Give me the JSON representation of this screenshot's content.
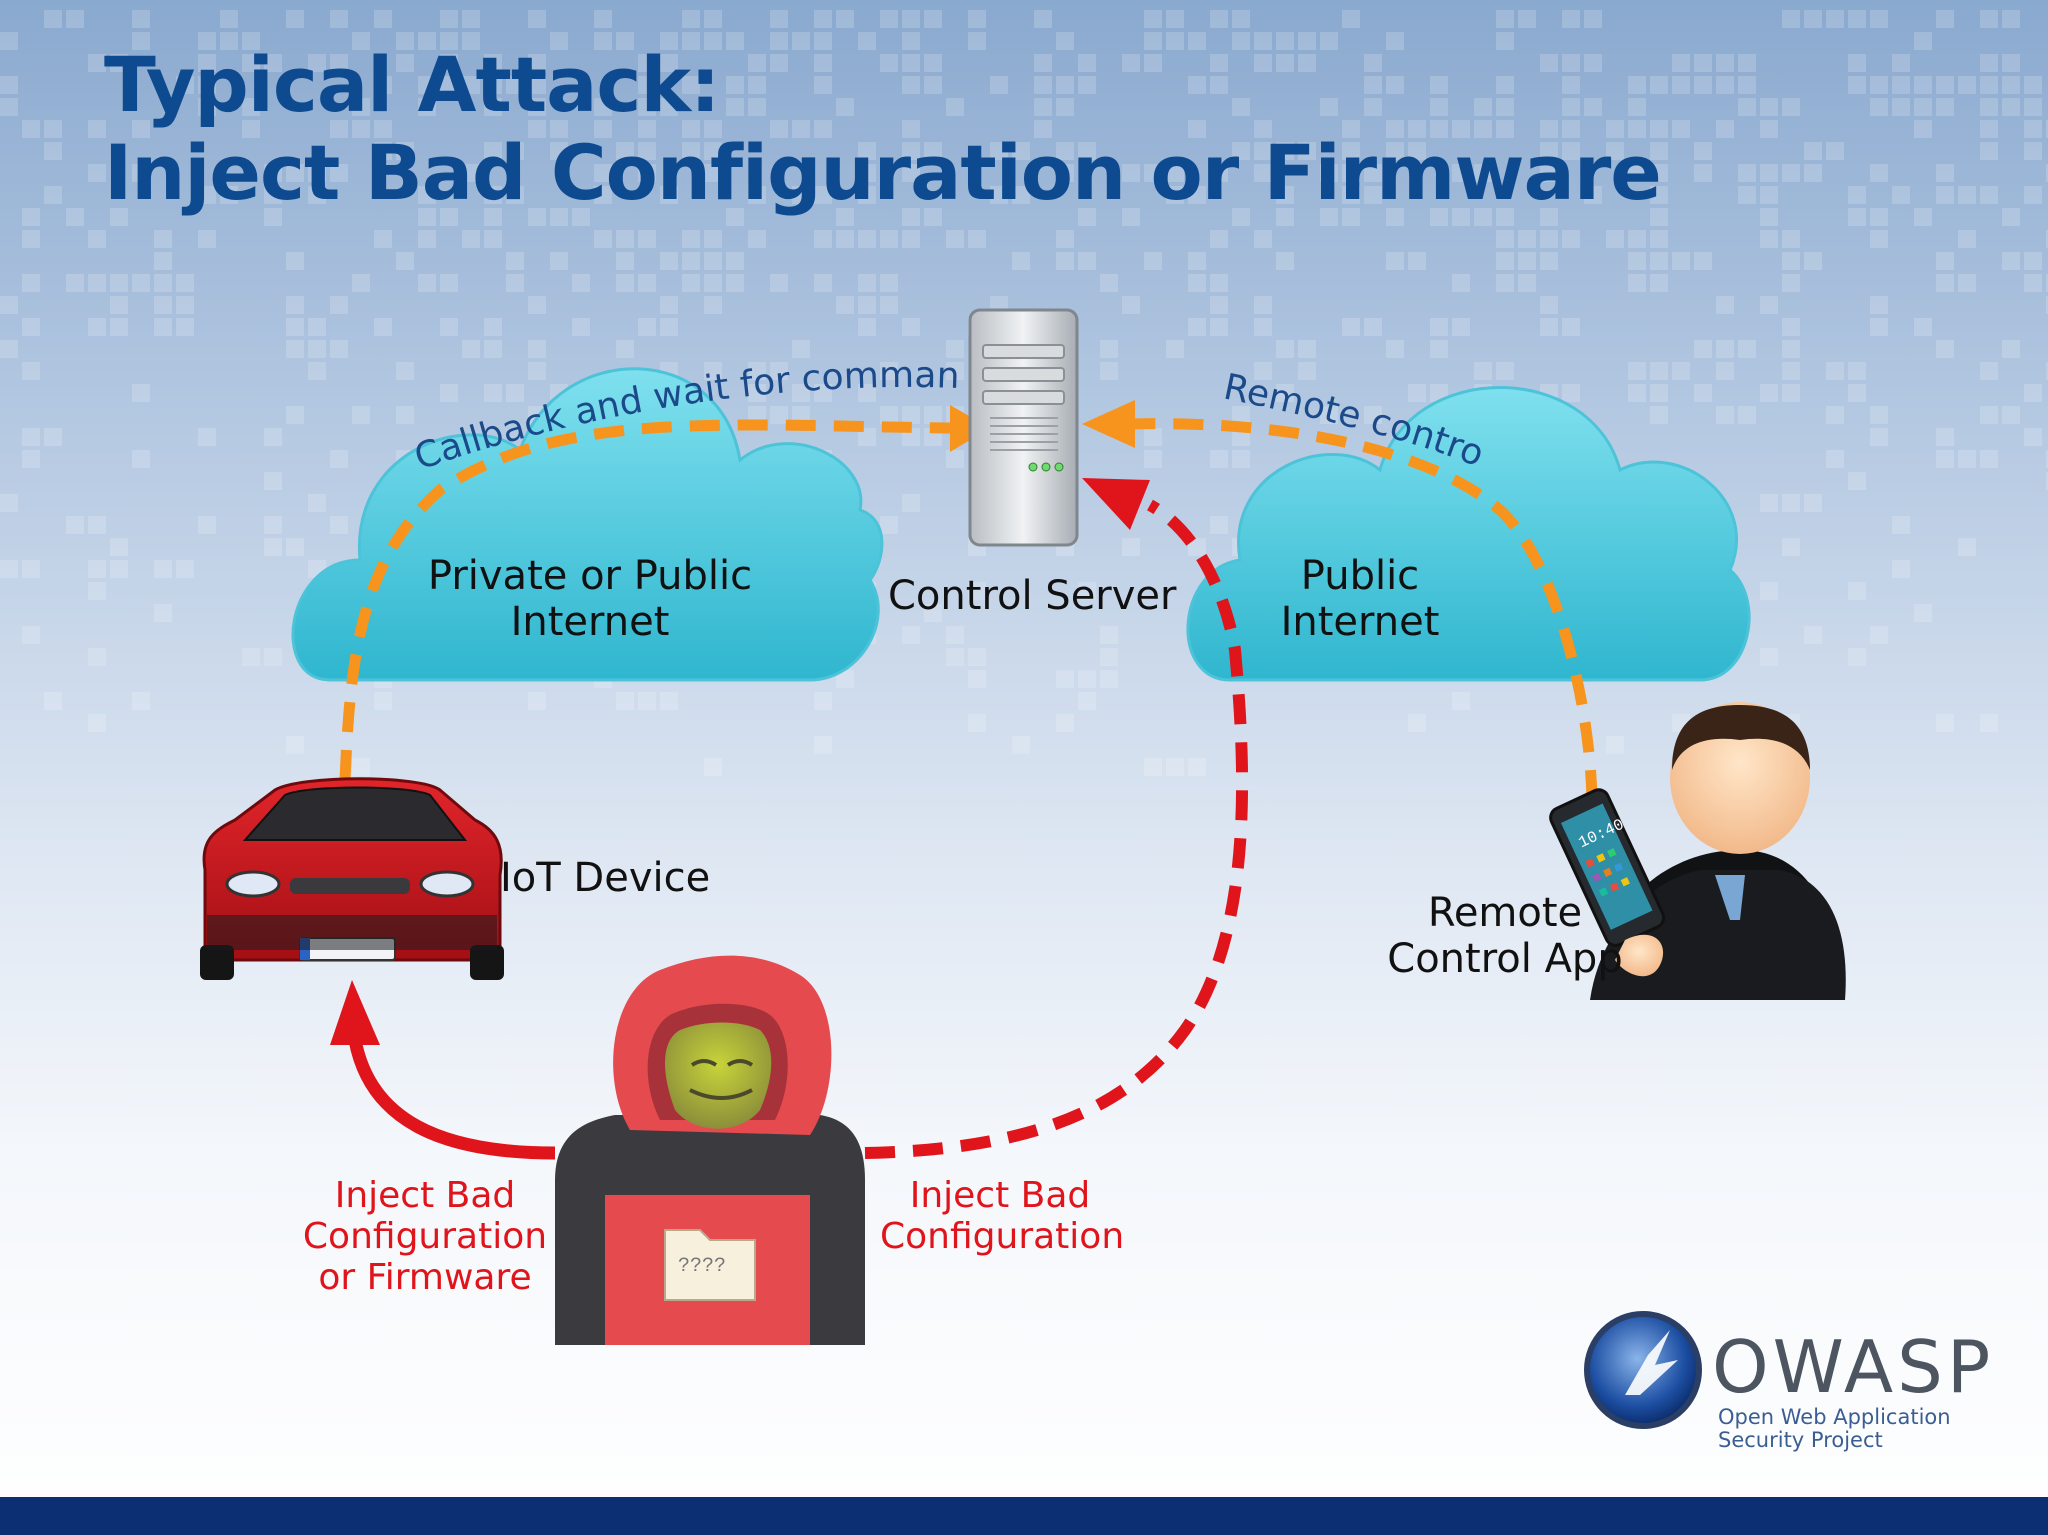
{
  "slide": {
    "title_line1": "Typical Attack:",
    "title_line2": "Inject Bad Configuration or Firmware"
  },
  "nodes": {
    "cloud_left": "Private or Public\nInternet",
    "cloud_right": "Public\nInternet",
    "server": "Control Server",
    "iot": "IoT Device",
    "remote": "Remote\nControl App"
  },
  "edges": {
    "callback": "Callback and wait for commands",
    "remote_control": "Remote control",
    "inject_device": "Inject Bad\nConfiguration\nor Firmware",
    "inject_server": "Inject Bad\nConfiguration"
  },
  "phone": {
    "time": "10:40"
  },
  "laptop": {
    "screen": "????"
  },
  "logo": {
    "name": "OWASP",
    "subtitle1": "Open Web Application",
    "subtitle2": "Security Project"
  },
  "colors": {
    "title": "#0d4a8f",
    "cloud": "#5ad0e2",
    "orange_arrow": "#f7941d",
    "red_arrow": "#e0151c",
    "footer": "#0c2f73"
  }
}
